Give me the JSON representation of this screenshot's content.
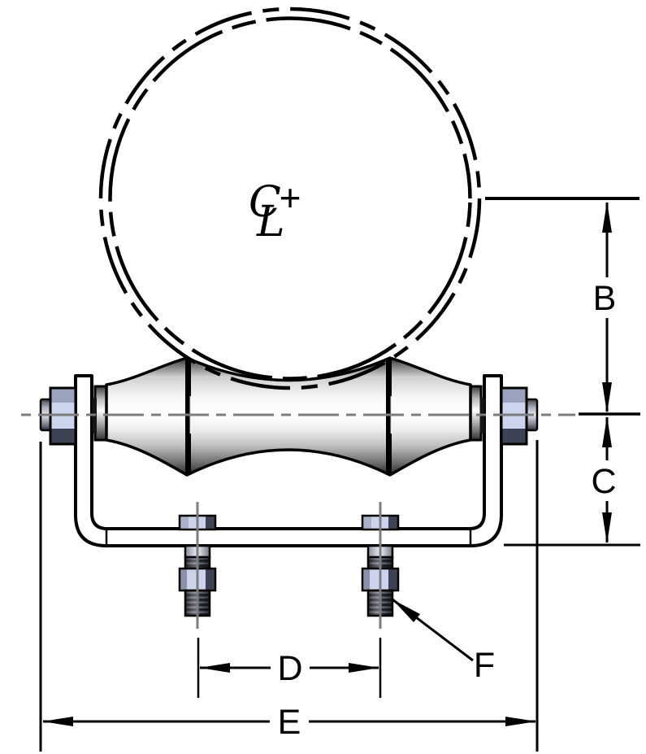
{
  "labels": {
    "dim_b": "B",
    "dim_c": "C",
    "dim_d": "D",
    "dim_e": "E",
    "dim_f": "F"
  },
  "centerline_symbol": {
    "c": "C",
    "l": "L",
    "plus": "+"
  },
  "colors": {
    "line": "#000000",
    "centerline_gray": "#7d7d7d",
    "hardware_light": "#ccd3ec",
    "hardware_mid": "#9aa2bd",
    "hardware_dark": "#3d4254",
    "background": "#ffffff"
  }
}
